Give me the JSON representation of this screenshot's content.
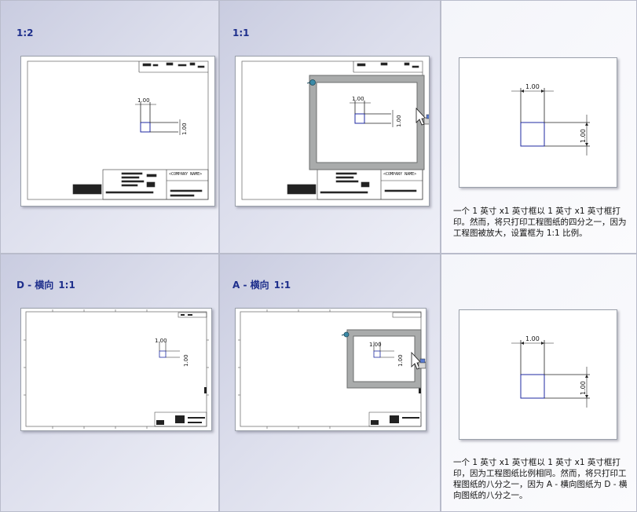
{
  "panels": {
    "p1": {
      "label": "1:2"
    },
    "p2": {
      "label": "1:1"
    },
    "p4": {
      "label_part1": "D - 横向",
      "label_part2": "1:1"
    },
    "p5": {
      "label_part1": "A - 横向",
      "label_part2": "1:1"
    }
  },
  "dimension": "1.00",
  "descriptions": {
    "top": "一个 1 英寸 x1 英寸框以 1 英寸 x1 英寸框打印。然而，将只打印工程图纸的四分之一，因为工程图被放大，设置框为 1:1 比例。",
    "bottom": "一个 1 英寸 x1 英寸框以 1 英寸 x1 英寸框打印，因为工程图纸比例相同。然而，将只打印工程图纸的八分之一，因为 A - 横向图纸为 D - 横向图纸的八分之一。"
  },
  "colors": {
    "label": "#1e2f8c",
    "box": "#1f2aa0",
    "frame": "#a9abab"
  },
  "icons": [
    "push-pin-icon",
    "printer-cursor-icon"
  ]
}
